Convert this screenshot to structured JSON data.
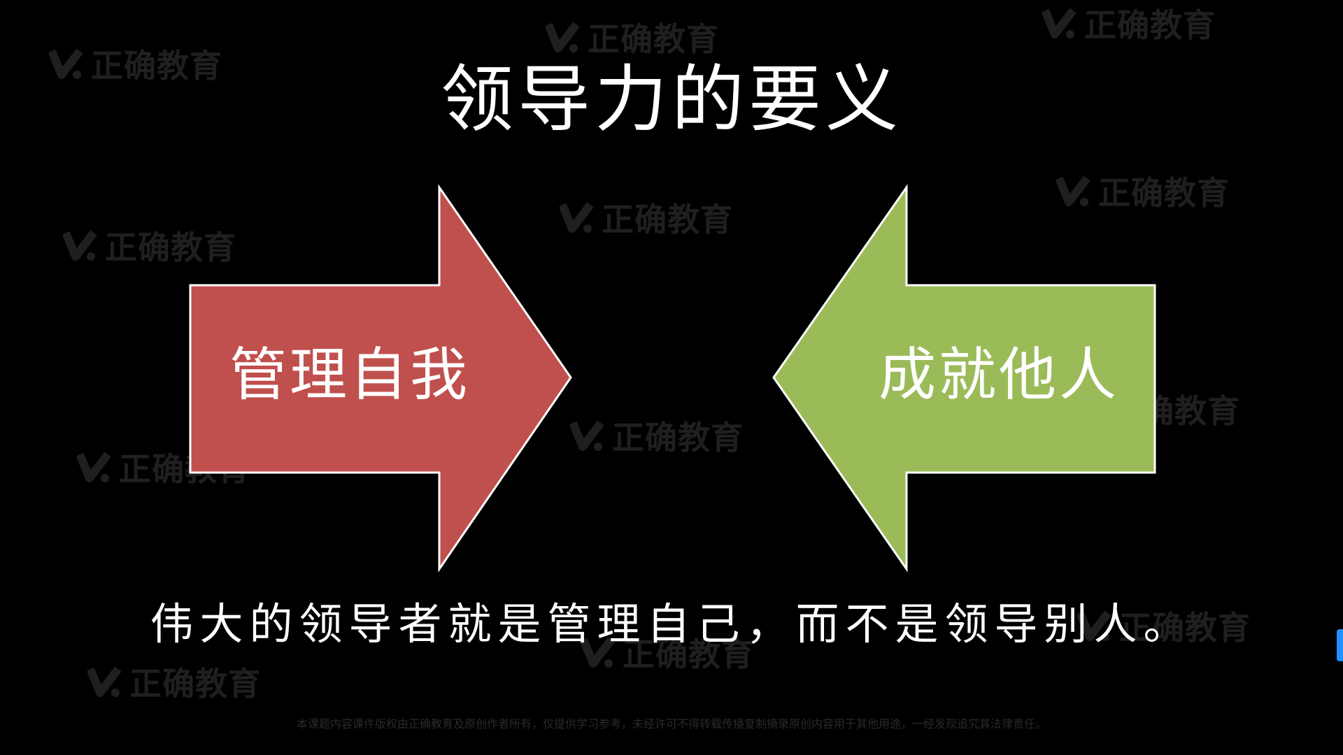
{
  "slide": {
    "title": "领导力的要义",
    "left_arrow": {
      "label": "管理自我",
      "color": "#c0504d"
    },
    "right_arrow": {
      "label": "成就他人",
      "color": "#9bbb59"
    },
    "quote": "伟大的领导者就是管理自己，而不是领导别人。",
    "footer": "本课题内容课件版权由正确教育及原创作者所有，仅提供学习参考，未经许可不得转载传播复制摘录原创内容用于其他用途，一经发现追究其法律责任。"
  },
  "watermark": {
    "text": "正确教育",
    "icon": "check-logo-icon",
    "color": "#1f1f1f"
  },
  "colors": {
    "background": "#000000",
    "text": "#ffffff",
    "arrow_outline": "#ffffff",
    "edge_marker": "#1e90ff"
  }
}
